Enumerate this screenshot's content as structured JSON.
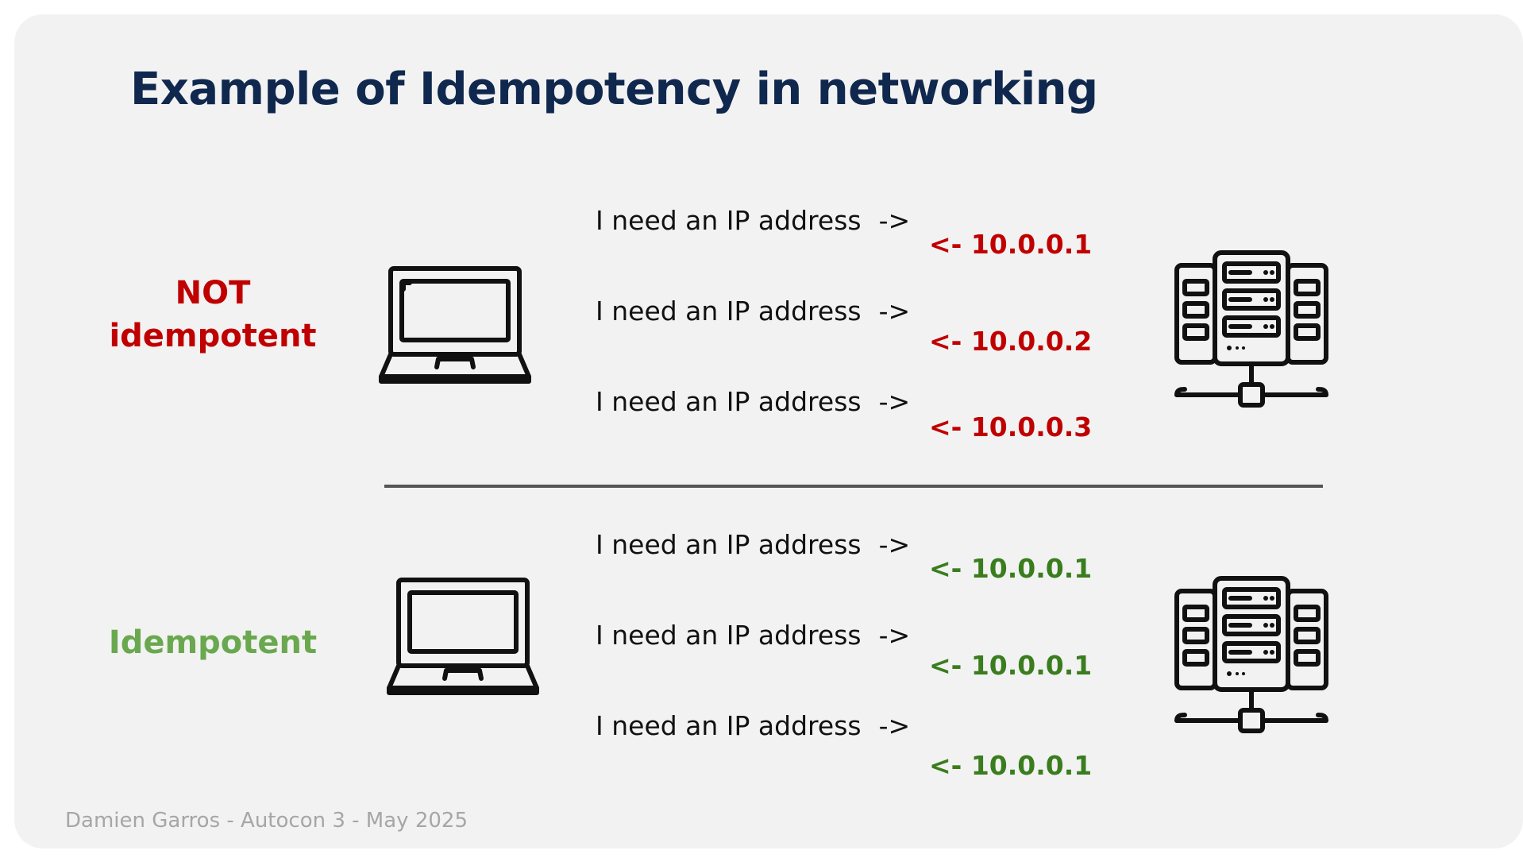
{
  "title": "Example of Idempotency in networking",
  "sections": [
    {
      "label_line1": "NOT",
      "label_line2": "idempotent",
      "label_color": "#c00000",
      "response_color": "#c00000",
      "requests": [
        {
          "text": "I need an IP address",
          "arrow": "->"
        },
        {
          "text": "I need an IP address",
          "arrow": "->"
        },
        {
          "text": "I need an IP address",
          "arrow": "->"
        }
      ],
      "responses": [
        "<- 10.0.0.1",
        "<- 10.0.0.2",
        "<- 10.0.0.3"
      ],
      "client_icon": "laptop-icon",
      "server_icon": "server-icon"
    },
    {
      "label_line1": "Idempotent",
      "label_color": "#6aa84f",
      "response_color": "#3a7d1e",
      "requests": [
        {
          "text": "I need an IP address",
          "arrow": "->"
        },
        {
          "text": "I need an IP address",
          "arrow": "->"
        },
        {
          "text": "I need an IP address",
          "arrow": "->"
        }
      ],
      "responses": [
        "<- 10.0.0.1",
        "<- 10.0.0.1",
        "<- 10.0.0.1"
      ],
      "client_icon": "laptop-icon",
      "server_icon": "server-icon"
    }
  ],
  "footer": "Damien Garros - Autocon 3 - May 2025",
  "colors": {
    "title": "#10284e",
    "background": "#f2f2f2",
    "divider": "#555555",
    "footer": "#a6a6a6"
  }
}
